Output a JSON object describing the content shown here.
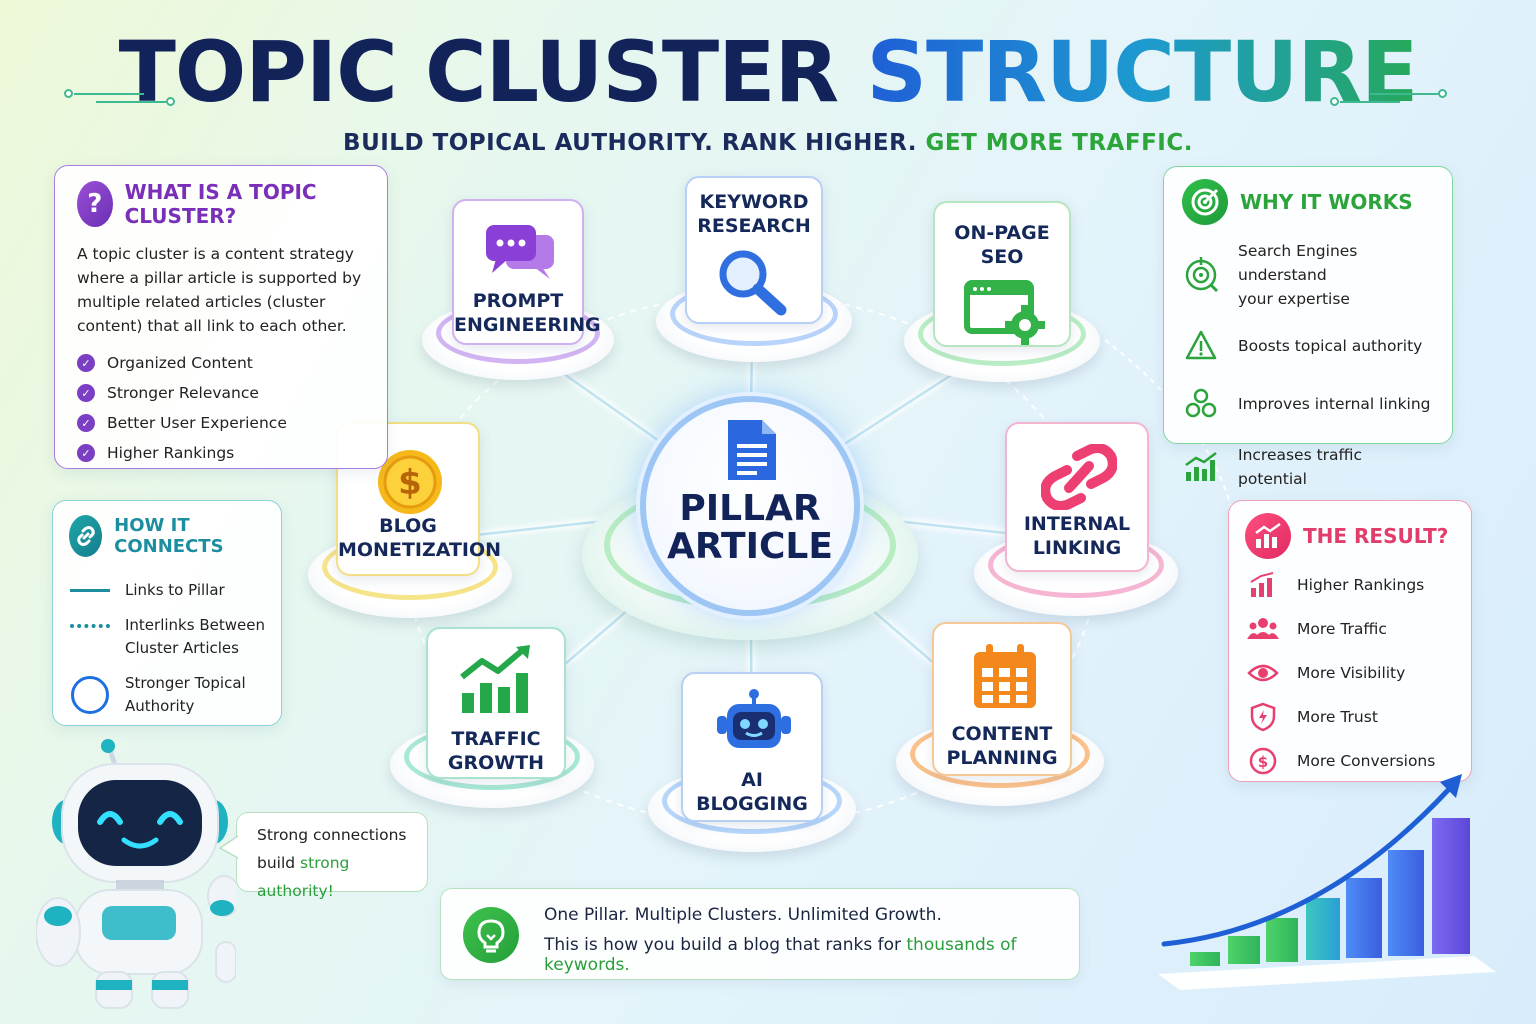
{
  "title": {
    "part1": "TOPIC CLUSTER",
    "part2": "STRUCTURE"
  },
  "subtitle": {
    "part1": "BUILD TOPICAL AUTHORITY. RANK HIGHER.",
    "part2": "GET MORE TRAFFIC."
  },
  "what_panel": {
    "icon": "?",
    "title": "WHAT IS A TOPIC CLUSTER?",
    "desc_lines": [
      "A topic cluster is a content strategy",
      "where a pillar article is supported by",
      "multiple related articles (cluster",
      "content) that all link to each other."
    ],
    "items": [
      "Organized Content",
      "Stronger Relevance",
      "Better User Experience",
      "Higher Rankings"
    ]
  },
  "how_panel": {
    "title": "HOW IT CONNECTS",
    "rows": [
      {
        "lines": [
          "Links to Pillar"
        ]
      },
      {
        "lines": [
          "Interlinks Between",
          "Cluster Articles"
        ]
      },
      {
        "lines": [
          "Stronger Topical",
          "Authority"
        ]
      }
    ]
  },
  "why_panel": {
    "title": "WHY IT WORKS",
    "rows": [
      {
        "lines": [
          "Search Engines understand",
          "your expertise"
        ]
      },
      {
        "lines": [
          "Boosts topical authority"
        ]
      },
      {
        "lines": [
          "Improves internal linking"
        ]
      },
      {
        "lines": [
          "Increases traffic potential"
        ]
      }
    ]
  },
  "result_panel": {
    "title": "THE RESULT?",
    "rows": [
      "Higher Rankings",
      "More Traffic",
      "More Visibility",
      "More Trust",
      "More Conversions"
    ]
  },
  "pillar": {
    "lines": [
      "PILLAR",
      "ARTICLE"
    ]
  },
  "clusters": {
    "keyword": {
      "lines": [
        "KEYWORD",
        "RESEARCH"
      ]
    },
    "prompt": {
      "lines": [
        "PROMPT",
        "ENGINEERING"
      ]
    },
    "onpage": {
      "lines": [
        "ON-PAGE",
        "SEO"
      ]
    },
    "blog": {
      "lines": [
        "BLOG",
        "MONETIZATION"
      ]
    },
    "internal": {
      "lines": [
        "INTERNAL",
        "LINKING"
      ]
    },
    "traffic": {
      "lines": [
        "TRAFFIC",
        "GROWTH"
      ]
    },
    "ai": {
      "lines": [
        "AI",
        "BLOGGING"
      ]
    },
    "content": {
      "lines": [
        "CONTENT",
        "PLANNING"
      ]
    }
  },
  "banner": {
    "line1": "One Pillar. Multiple Clusters. Unlimited Growth.",
    "line2_part1": "This is how you build a blog that ranks for ",
    "line2_part2": "thousands of keywords."
  },
  "bubble": {
    "line1": "Strong connections",
    "line2_part1": "build ",
    "line2_part2": "strong authority!"
  },
  "colors": {
    "navy": "#12235a",
    "purple": "#7a2fb8",
    "teal": "#1d8ea0",
    "green": "#2aa43b",
    "pink": "#e23c6a",
    "blue": "#1f5fd6",
    "orange": "#f08a1c",
    "yellow": "#f5c518"
  }
}
